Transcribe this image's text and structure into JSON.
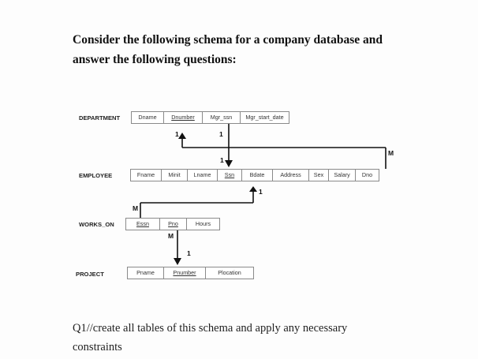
{
  "heading": {
    "line1": "Consider the following schema for a company database and",
    "line2": "answer the following questions:"
  },
  "tables": {
    "department": {
      "label": "DEPARTMENT",
      "attrs": [
        "Dname",
        "Dnumber",
        "Mgr_ssn",
        "Mgr_start_date"
      ],
      "pk": "Dnumber"
    },
    "employee": {
      "label": "EMPLOYEE",
      "attrs": [
        "Fname",
        "Minit",
        "Lname",
        "Ssn",
        "Bdate",
        "Address",
        "Sex",
        "Salary",
        "Dno"
      ],
      "pk": "Ssn"
    },
    "works_on": {
      "label": "WORKS_ON",
      "attrs": [
        "Essn",
        "Pno",
        "Hours"
      ],
      "pk": "Essn,Pno"
    },
    "project": {
      "label": "PROJECT",
      "attrs": [
        "Pname",
        "Pnumber",
        "Plocation"
      ],
      "pk": "Pnumber"
    }
  },
  "cardinalities": {
    "dept_dnumber": "1",
    "dept_mgrssn": "1",
    "emp_ssn_top": "1",
    "emp_dno": "M",
    "emp_ssn_right": "1",
    "works_essn": "M",
    "works_pno": "M",
    "project_pnumber": "1"
  },
  "question": {
    "line1": "Q1//create all tables of this schema and apply any necessary",
    "line2": "constraints"
  }
}
